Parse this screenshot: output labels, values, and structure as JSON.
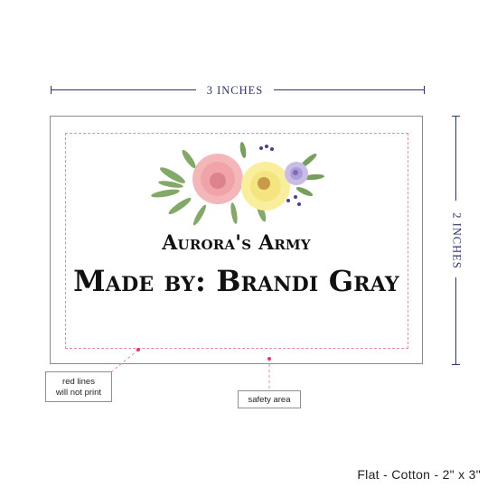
{
  "dimensions": {
    "width_label": "3 INCHES",
    "height_label": "2 INCHES",
    "color": "#2b3566"
  },
  "label": {
    "line1": "Aurora's Army",
    "line2": "Made by: Brandi Gray",
    "safe_line_color": "#e58aa6"
  },
  "callouts": {
    "red_lines_line1": "red lines",
    "red_lines_line2": "will not print",
    "safety_area": "safety area"
  },
  "caption": "Flat - Cotton - 2\" x 3\"",
  "icons": [
    "watercolor-floral-illustration"
  ]
}
